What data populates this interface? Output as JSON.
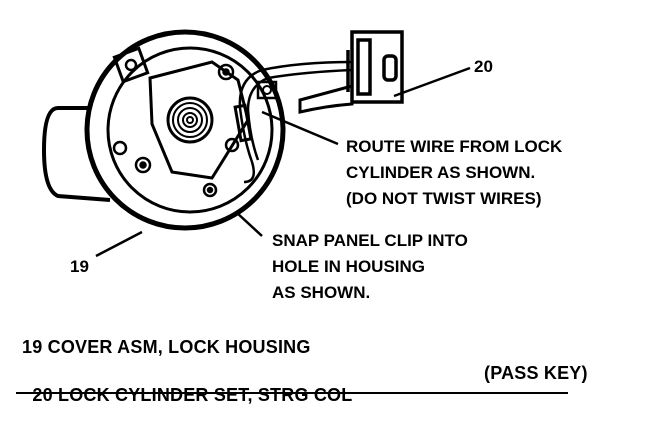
{
  "callouts": {
    "part_19": "19",
    "part_20": "20",
    "route_wire": [
      "ROUTE WIRE FROM LOCK",
      "CYLINDER AS SHOWN.",
      "(DO NOT TWIST WIRES)"
    ],
    "snap_clip": [
      "SNAP PANEL CLIP INTO",
      "HOLE IN HOUSING",
      "AS SHOWN."
    ]
  },
  "legend": {
    "line1": "19 COVER ASM, LOCK HOUSING",
    "line2": "20 LOCK CYLINDER SET, STRG COL",
    "line2_note": "(PASS KEY)"
  }
}
